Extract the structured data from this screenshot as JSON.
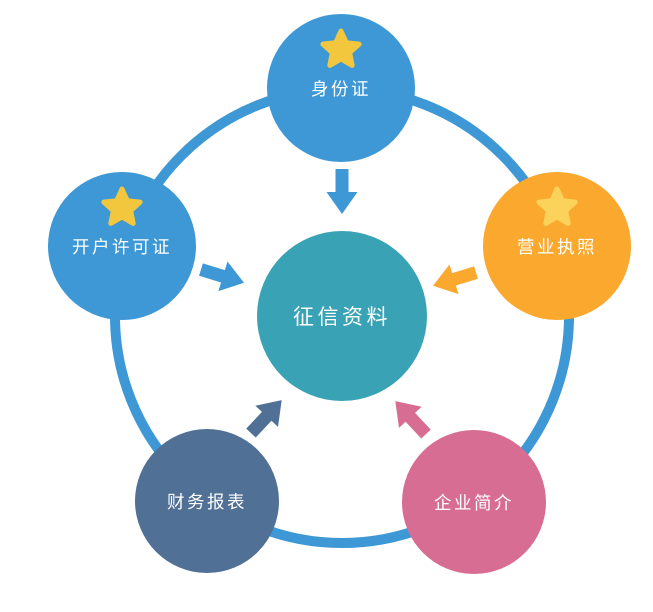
{
  "diagram": {
    "type": "hub-and-spoke-cycle",
    "center": {
      "label": "征信资料",
      "color": "#39A2B4",
      "text_color": "#FFFFFF"
    },
    "ring": {
      "color": "#3E98D5"
    },
    "nodes": [
      {
        "label": "身份证",
        "position": "top",
        "color": "#3E98D5",
        "star": true,
        "star_color": "#F2C73E"
      },
      {
        "label": "营业执照",
        "position": "right",
        "color": "#FAA82E",
        "star": true,
        "star_color": "#FCD35A"
      },
      {
        "label": "企业简介",
        "position": "bottom-right",
        "color": "#D76D92",
        "star": false
      },
      {
        "label": "财务报表",
        "position": "bottom-left",
        "color": "#517095",
        "star": false
      },
      {
        "label": "开户许可证",
        "position": "left",
        "color": "#3E98D5",
        "star": true,
        "star_color": "#F2C73E"
      }
    ],
    "arrows": [
      {
        "from": "top",
        "direction": "down",
        "color": "#3E98D5"
      },
      {
        "from": "right",
        "direction": "left",
        "color": "#FAA82E"
      },
      {
        "from": "bottom-right",
        "direction": "up-left",
        "color": "#D76D92"
      },
      {
        "from": "bottom-left",
        "direction": "up-right",
        "color": "#517095"
      },
      {
        "from": "left",
        "direction": "right",
        "color": "#3E98D5"
      }
    ]
  }
}
